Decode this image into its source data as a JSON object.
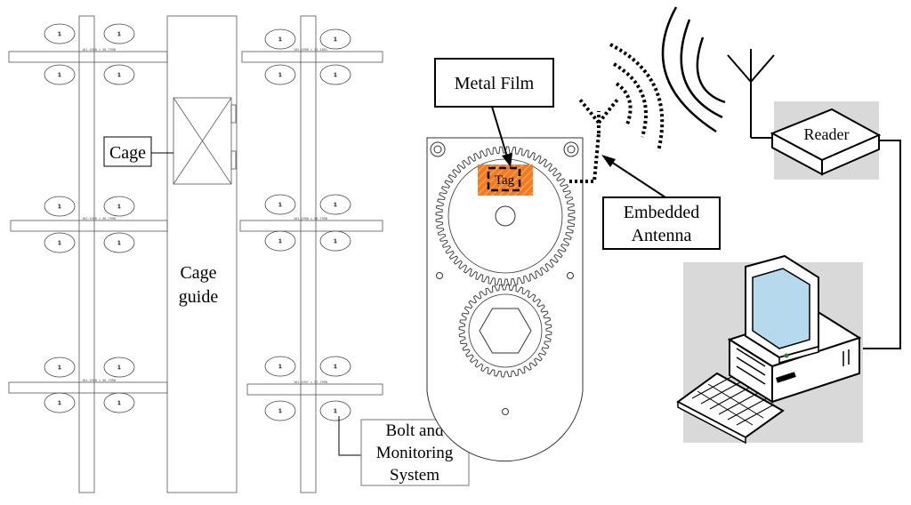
{
  "labels": {
    "cage": "Cage",
    "cage_guide": [
      "Cage",
      "guide"
    ],
    "metal_film": "Metal Film",
    "tag": "Tag",
    "embedded_antenna": [
      "Embedded",
      "Antenna"
    ],
    "reader": "Reader",
    "bolt_monitoring": [
      "Bolt and",
      "Monitoring",
      "System"
    ]
  },
  "bolt_marker": "1",
  "colors": {
    "tag_fill": "#f47b20",
    "device_shadow": "#d9d9d9",
    "screen": "#b7d9ee",
    "line": "#000000"
  },
  "icons": {
    "reader": "reader-box-icon",
    "computer": "desktop-computer-icon",
    "antenna": "antenna-icon",
    "signal": "radio-wave-icon"
  }
}
